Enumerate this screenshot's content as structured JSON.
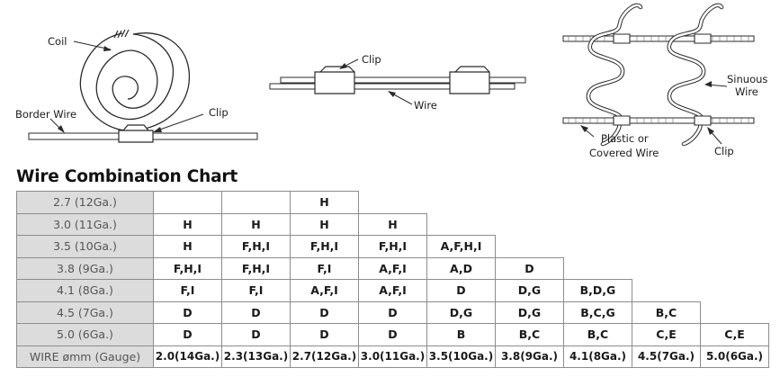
{
  "diagrams": {
    "coil_unit": {
      "coil_label": "Coil",
      "border_wire_label": "Border Wire",
      "clip_label": "Clip"
    },
    "wire_clip": {
      "clip_label": "Clip",
      "wire_label": "Wire"
    },
    "sinuous": {
      "sinuous_label": [
        "Sinuous",
        "Wire"
      ],
      "plastic_label": [
        "Plastic or",
        "Covered Wire"
      ],
      "clip_label": "Clip"
    }
  },
  "chart": {
    "title": "Wire Combination Chart",
    "footer_label": "WIRE ømm (Gauge)",
    "columns": [
      "2.0(14Ga.)",
      "2.3(13Ga.)",
      "2.7(12Ga.)",
      "3.0(11Ga.)",
      "3.5(10Ga.)",
      "3.8(9Ga.)",
      "4.1(8Ga.)",
      "4.5(7Ga.)",
      "5.0(6Ga.)"
    ],
    "rows": [
      {
        "label": "2.7 (12Ga.)",
        "cells": [
          "",
          "",
          "H"
        ]
      },
      {
        "label": "3.0 (11Ga.)",
        "cells": [
          "H",
          "H",
          "H",
          "H"
        ]
      },
      {
        "label": "3.5 (10Ga.)",
        "cells": [
          "H",
          "F,H,I",
          "F,H,I",
          "F,H,I",
          "A,F,H,I"
        ]
      },
      {
        "label": "3.8 (9Ga.)",
        "cells": [
          "F,H,I",
          "F,H,I",
          "F,I",
          "A,F,I",
          "A,D",
          "D"
        ]
      },
      {
        "label": "4.1 (8Ga.)",
        "cells": [
          "F,I",
          "F,I",
          "A,F,I",
          "A,F,I",
          "D",
          "D,G",
          "B,D,G"
        ]
      },
      {
        "label": "4.5 (7Ga.)",
        "cells": [
          "D",
          "D",
          "D",
          "D",
          "D,G",
          "D,G",
          "B,C,G",
          "B,C"
        ]
      },
      {
        "label": "5.0 (6Ga.)",
        "cells": [
          "D",
          "D",
          "D",
          "D",
          "B",
          "B,C",
          "B,C",
          "C,E",
          "C,E"
        ]
      }
    ]
  }
}
